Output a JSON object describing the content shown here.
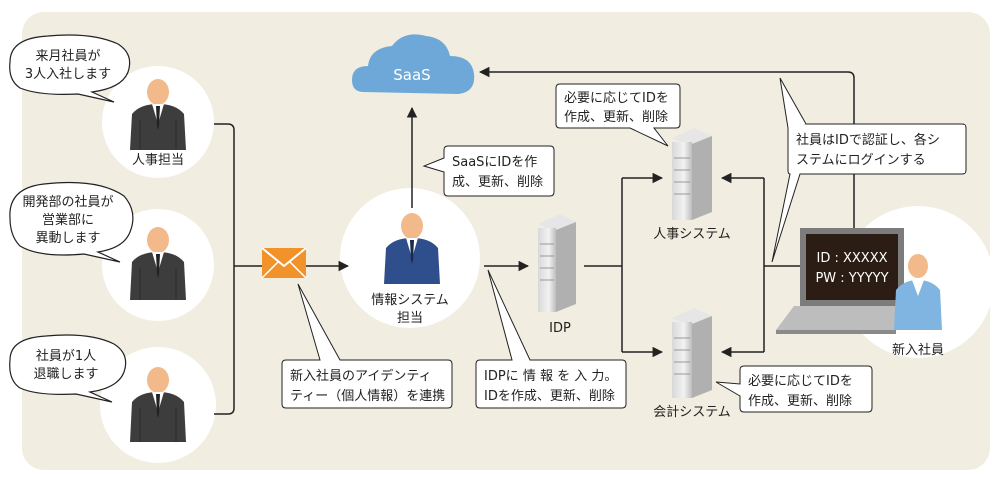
{
  "bubbles": {
    "b1": [
      "来月社員が",
      "3人入社します"
    ],
    "b2": [
      "開発部の社員が",
      "営業部に",
      "異動します"
    ],
    "b3": [
      "社員が1人",
      "退職します"
    ]
  },
  "actors": {
    "hr": "人事担当",
    "is": [
      "情報システム",
      "担当"
    ],
    "newemp": "新入社員"
  },
  "saas": {
    "label": "SaaS"
  },
  "servers": {
    "idp": "IDP",
    "hr_system": "人事システム",
    "acct_system": "会計システム"
  },
  "notes": {
    "saas_id": [
      "SaaSにIDを作",
      "成、更新、削除"
    ],
    "hr_sys": [
      "必要に応じてIDを",
      "作成、更新、削除"
    ],
    "login": [
      "社員はIDで認証し、各シ",
      "ステムにログインする"
    ],
    "identity": [
      "新入社員のアイデンティ",
      "ティー（個人情報）を連携"
    ],
    "idp_input": [
      "IDPに 情 報 を 入 力。",
      "IDを作成、更新、削除"
    ],
    "acct_sys": [
      "必要に応じてIDを",
      "作成、更新、削除"
    ]
  },
  "laptop": {
    "id": "ID : XXXXX",
    "pw": "PW : YYYYY"
  },
  "colors": {
    "background_panel": "#f1ede0",
    "cloud": "#6ea8d8",
    "screen": "#2b1d14",
    "envelope": "#f2922a",
    "suit_dark": "#3d3d3d",
    "suit_blue": "#2f4e8c",
    "shirt_light_blue": "#7fb5e0",
    "skin": "#f2b98a"
  }
}
